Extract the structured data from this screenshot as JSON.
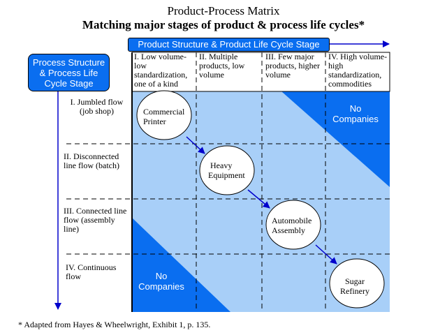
{
  "title": "Product-Process Matrix",
  "subtitle": "Matching major stages of product & process life cycles*",
  "horizontal_axis_label": "Product Structure & Product Life Cycle Stage",
  "vertical_axis_label": "Process Structure & Process Life Cycle Stage",
  "columns": [
    "I. Low volume- low standardization, one of a kind",
    "II.  Multiple products, low volume",
    "III.  Few major products, higher volume",
    "IV.  High volume- high standardization, commodities"
  ],
  "rows": [
    "I. Jumbled flow (job shop)",
    "II.  Disconnected line flow (batch)",
    "III.  Connected line flow (assembly line)",
    "IV.  Continuous flow"
  ],
  "nodes": [
    {
      "line1": "Commercial",
      "line2": "Printer"
    },
    {
      "line1": "Heavy",
      "line2": "Equipment"
    },
    {
      "line1": "Automobile",
      "line2": "Assembly"
    },
    {
      "line1": "Sugar",
      "line2": "Refinery"
    }
  ],
  "regions": {
    "top_right": {
      "line1": "No",
      "line2": "Companies"
    },
    "bottom_left": {
      "line1": "No",
      "line2": "Companies"
    }
  },
  "footnote": "* Adapted from Hayes & Wheelwright, Exhibit 1, p. 135.",
  "colors": {
    "band": "#a8cff8",
    "corner": "#0a6ef0",
    "axis": "#0000cc",
    "label_box": "#0a6ef0"
  }
}
